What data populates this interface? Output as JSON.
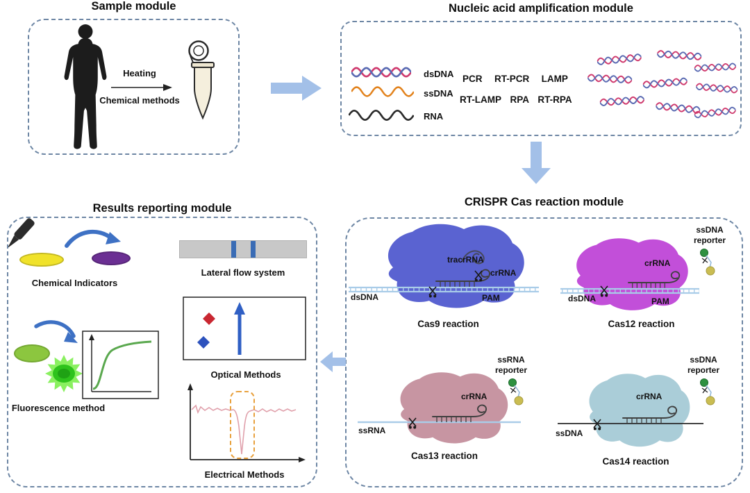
{
  "sample": {
    "title": "Sample module",
    "heating": "Heating",
    "chemical": "Chemical methods"
  },
  "amplification": {
    "title": "Nucleic acid amplification module",
    "dsdna": "dsDNA",
    "ssdna": "ssDNA",
    "rna": "RNA",
    "methods_row1": [
      "PCR",
      "RT-PCR",
      "LAMP"
    ],
    "methods_row2": [
      "RT-LAMP",
      "RPA",
      "RT-RPA"
    ]
  },
  "crispr": {
    "title": "CRISPR Cas reaction module",
    "cas9": {
      "tracrrna": "tracrRNA",
      "crrna": "crRNA",
      "dsdna": "dsDNA",
      "pam": "PAM",
      "caption": "Cas9 reaction"
    },
    "cas12": {
      "crrna": "crRNA",
      "dsdna": "dsDNA",
      "pam": "PAM",
      "reporter": "ssDNA reporter",
      "caption": "Cas12 reaction"
    },
    "cas13": {
      "crrna": "crRNA",
      "ssrna": "ssRNA",
      "reporter": "ssRNA reporter",
      "caption": "Cas13 reaction"
    },
    "cas14": {
      "crrna": "crRNA",
      "ssdna": "ssDNA",
      "reporter": "ssDNA reporter",
      "caption": "Cas14 reaction"
    }
  },
  "results": {
    "title": "Results reporting module",
    "chemical": "Chemical Indicators",
    "lateral": "Lateral flow system",
    "fluorescence": "Fluorescence method",
    "optical": "Optical Methods",
    "electrical": "Electrical Methods"
  },
  "colors": {
    "dashed_border": "#6d86a4",
    "block_arrow_blue": "#a3c0e8",
    "cas9_blob": "#5a63d1",
    "cas12_blob": "#c24fd9",
    "cas13_blob": "#c795a2",
    "cas14_blob": "#aacdd8",
    "helix_pink": "#cf3a6e",
    "helix_blue": "#5a6ab2",
    "ssdna_orange": "#e2821c",
    "strand_light_blue": "#a9cce8",
    "reporter_green": "#2e9140",
    "reporter_yellow": "#cabd52",
    "dish_yellow": "#f0e22a",
    "dish_purple": "#6b2f93",
    "flow_strip_gray": "#c8c8c8",
    "flow_band_blue": "#3a6cb5",
    "fluorophore_green": "#8cc63f",
    "glow_green": "#55e32b",
    "curve_green": "#5aa84e",
    "signal_pink": "#e0a0ab",
    "dashed_orange": "#e8a03c",
    "swoosh_blue": "#3e71c4"
  }
}
